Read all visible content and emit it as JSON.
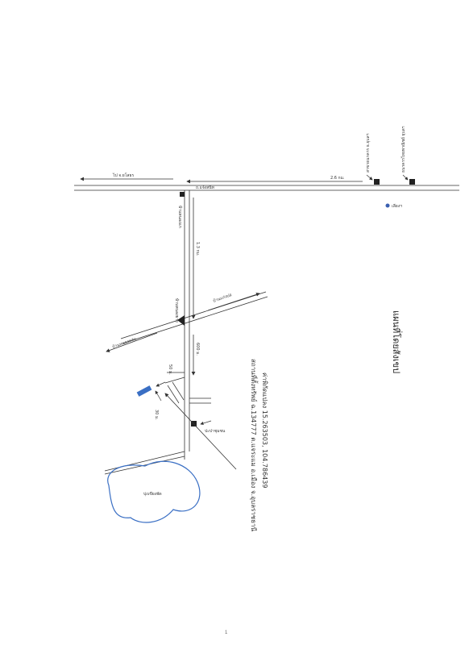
{
  "labels": {
    "road_west_to": "ไป จ.ยโสธร",
    "distance_east": "2.6 กม.",
    "main_road": "ถ.แจ้งสนิท",
    "village_junction": "บ้านหนองแก",
    "distance_south": "1.3 กม.",
    "village_left": "บ้านหนองหล่ม",
    "village_right": "บ้านแก่งบ่อ",
    "village_crossroad": "บ้านหนองยาง",
    "distance_600": "600 ม.",
    "distance_50": "50 ม.",
    "distance_30": "30 ม.",
    "target_place": "ปะปาชุมชน",
    "pond": "บุ่งเขียงพัด",
    "office_one": "สาขาธนาคาร ธ.ยุบลฯ",
    "office_two": "ธนาคารไทยพาณิชย์ ยุบลฯ",
    "small_mark": "เลียงฯ",
    "map_title": "แผนที่โดยสังเขป",
    "property_line": "สถานที่ตั้งทรัพย์ ฉ.134777 ต.แจระแม อ.เมือง จ.อุบลราชธานี",
    "coordinates": "ค่าพิกัดแปลง 15.263503, 104.786439",
    "page_number": "1"
  },
  "colors": {
    "paper": "#ffffff",
    "ink": "#333333",
    "property_marker": "#3a6fc4",
    "small_circle": "#3a5fb0"
  },
  "icons": {
    "landmark": "filled-square-icon",
    "target": "blue-rectangle-marker",
    "junction": "filled-triangle-icon",
    "arrow": "arrow-icon"
  }
}
